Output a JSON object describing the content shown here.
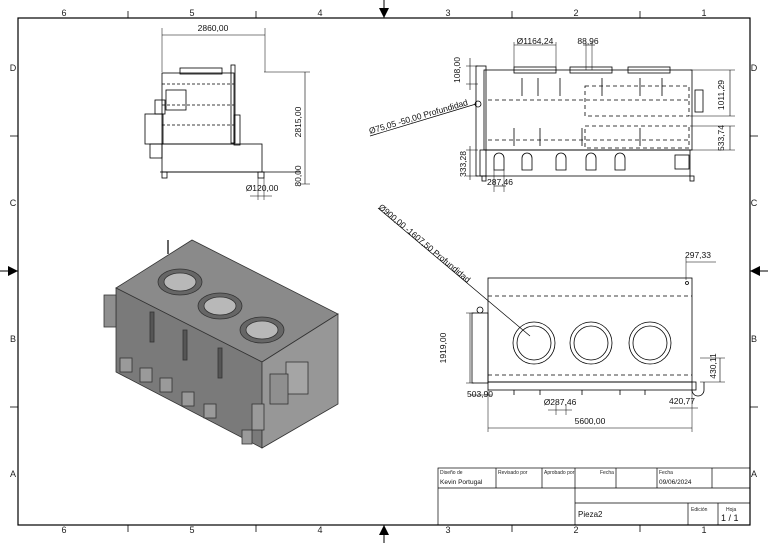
{
  "zones": {
    "top": [
      "6",
      "5",
      "4",
      "3",
      "2",
      "1"
    ],
    "bottom": [
      "6",
      "5",
      "4",
      "3",
      "2",
      "1"
    ],
    "left": [
      "D",
      "C",
      "B",
      "A"
    ],
    "right": [
      "D",
      "C",
      "B",
      "A"
    ]
  },
  "dimensions": {
    "left_width": "2860,00",
    "left_height": "2815,00",
    "left_foot": "80,00",
    "left_dia": "Ø120,00",
    "right_dia_top": "Ø1164,24",
    "right_d1": "88,96",
    "right_d2": "108,00",
    "right_d3": "1011,29",
    "right_d4": "533,74",
    "right_d5": "333,28",
    "right_d6": "287,46",
    "leader_1": "Ø75,05 -50,00 Profundidad",
    "leader_2": "Ø900,00 -1607,50 Profundidad",
    "plan_d1": "297,33",
    "plan_height": "1919,00",
    "plan_d2": "430,11",
    "plan_d3": "503,90",
    "plan_dia": "Ø287,46",
    "plan_d4": "420,77",
    "plan_width": "5600,00"
  },
  "title_block": {
    "designed_by_label": "Diseño de",
    "designed_by": "Kevin Portugal",
    "reviewed_by_label": "Revisado por",
    "approved_by_label": "Aprobado por",
    "date_label_1": "Fecha",
    "date_label_2": "Fecha",
    "date": "09/06/2024",
    "part_name": "Pieza2",
    "edition_label": "Edición",
    "sheet_label": "Hoja",
    "sheet": "1 / 1"
  }
}
